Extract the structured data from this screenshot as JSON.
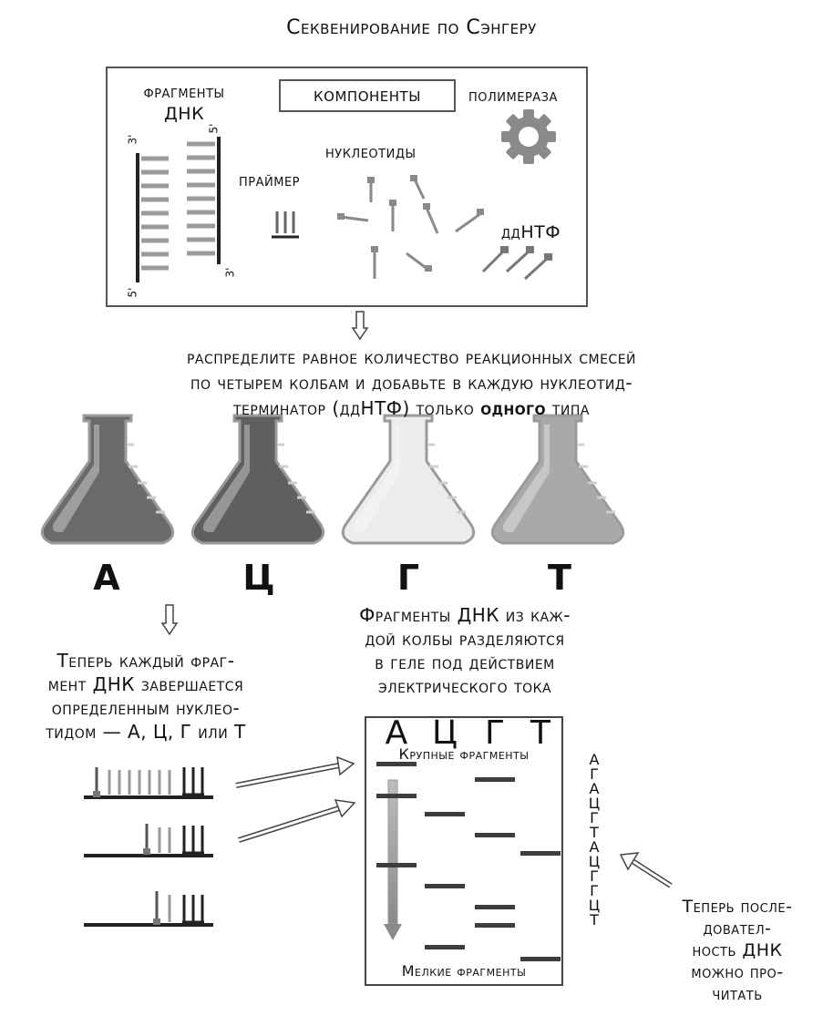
{
  "title": "Секвенирование по Сэнгеру",
  "components": {
    "heading": "компоненты",
    "dna_fragments": [
      "фрагменты",
      "ДНК"
    ],
    "strand_labels": [
      "3'",
      "5'",
      "5'",
      "3'"
    ],
    "primer": "праймер",
    "nucleotides": "нуклеотиды",
    "polymerase": "полимераза",
    "ddntp": "ддНТФ"
  },
  "instruction": {
    "line1": "распределите равное количество реакционных смесей",
    "line2": "по четырем колбам и добавьте в каждую нуклеотид-",
    "line3_pre": "терминатор (ддНТФ) только ",
    "line3_bold": "одного",
    "line3_post": " типа"
  },
  "flasks": [
    {
      "label": "А",
      "fill": "#6a6a6a"
    },
    {
      "label": "Ц",
      "fill": "#5f5f5f"
    },
    {
      "label": "Г",
      "fill": "#ececec"
    },
    {
      "label": "Т",
      "fill": "#a9a9a9"
    }
  ],
  "left_text": [
    "Теперь каждый фраг-",
    "мент ДНК завершается",
    "определенным нуклео-",
    "тидом — А, Ц, Г или Т"
  ],
  "gel_text": [
    "Фрагменты ДНК из каж-",
    "дой колбы разделяются",
    "в геле под действием",
    "электрического тока"
  ],
  "gel": {
    "lanes": [
      "А",
      "Ц",
      "Г",
      "Т"
    ],
    "top_label": "Крупные фрагменты",
    "bottom_label": "Мелкие фрагменты"
  },
  "sequence": [
    "А",
    "Г",
    "А",
    "Ц",
    "Г",
    "Т",
    "А",
    "Ц",
    "Г",
    "Г",
    "Ц",
    "Т"
  ],
  "read_text": [
    "Теперь после-",
    "довател-",
    "ность ДНК",
    "можно про-",
    "читать"
  ],
  "colors": {
    "ink": "#111111",
    "gray": "#8a8a8a",
    "band": "#3d3d3d",
    "frame": "#555555"
  }
}
